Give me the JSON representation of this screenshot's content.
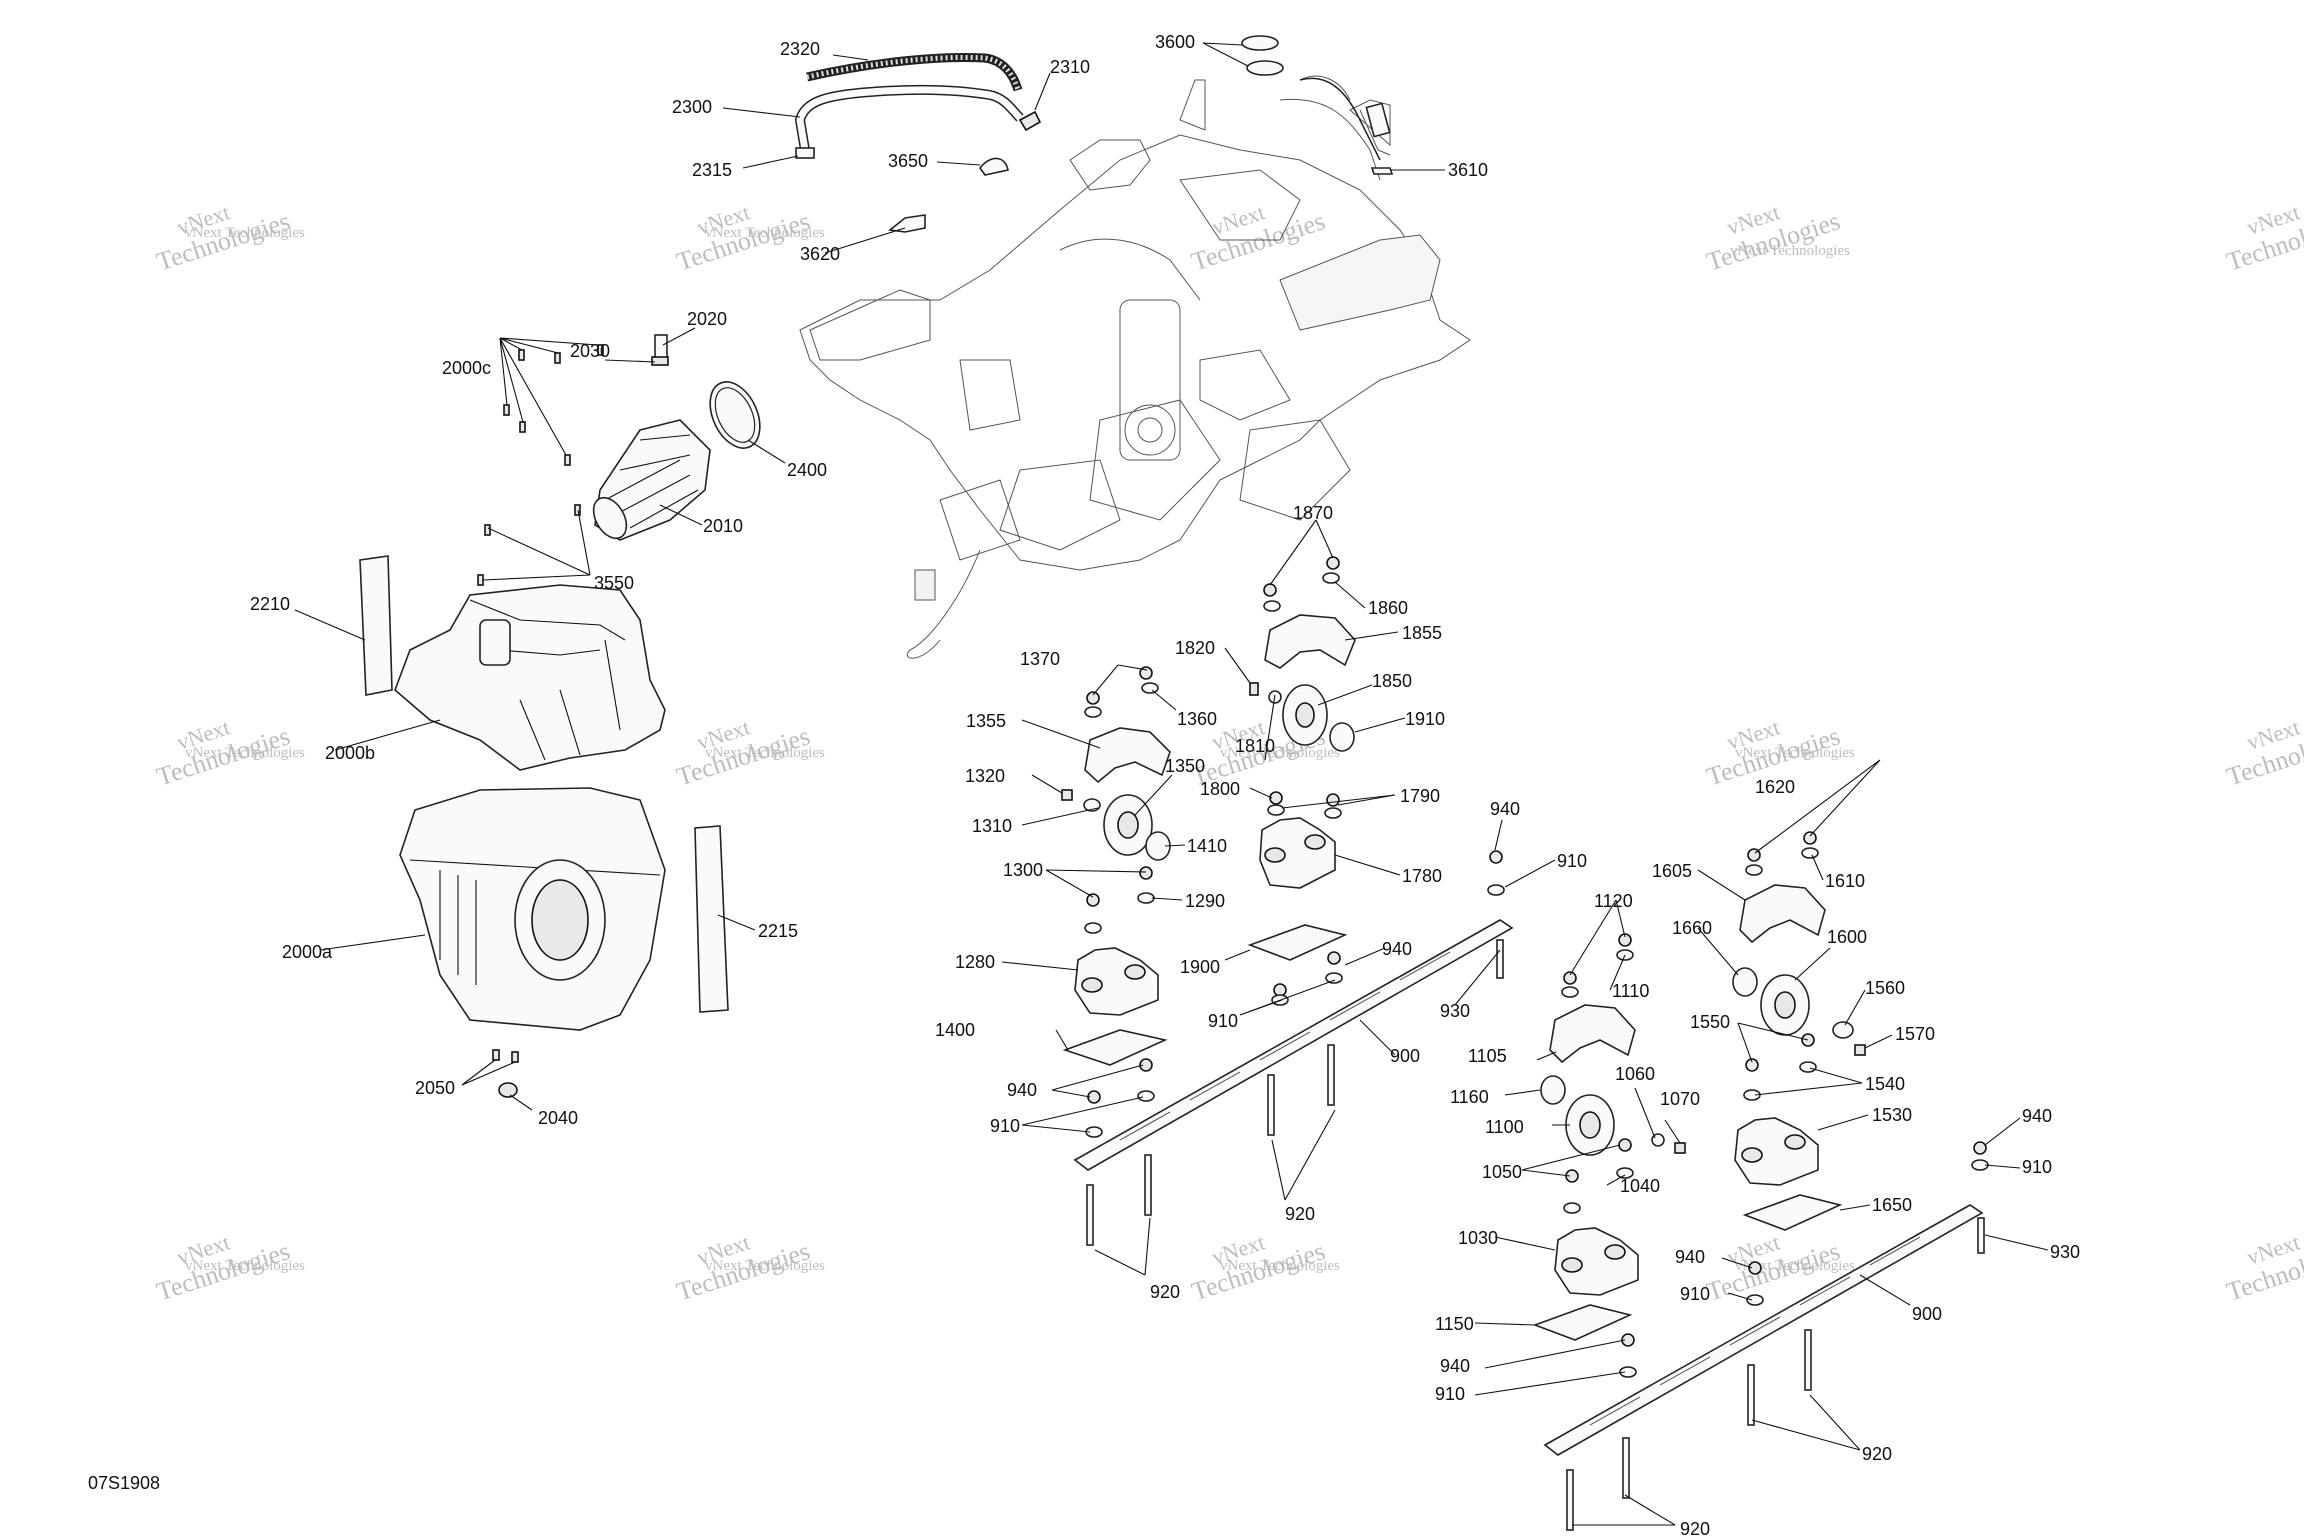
{
  "drawing_code": "07S1908",
  "watermark": {
    "line1": "vNext Technologies",
    "line2": "vNext",
    "line3": "Technologies"
  },
  "callouts": {
    "c2320": "2320",
    "c2310": "2310",
    "c2300": "2300",
    "c2315": "2315",
    "c3600": "3600",
    "c3610": "3610",
    "c3650": "3650",
    "c3620": "3620",
    "c2020": "2020",
    "c2030": "2030",
    "c2000c": "2000c",
    "c2400": "2400",
    "c2010": "2010",
    "c3550": "3550",
    "c2210": "2210",
    "c2000b": "2000b",
    "c2000a": "2000a",
    "c2215": "2215",
    "c2050": "2050",
    "c2040": "2040",
    "c1870": "1870",
    "c1860": "1860",
    "c1855": "1855",
    "c1820": "1820",
    "c1850": "1850",
    "c1810": "1810",
    "c1910": "1910",
    "c1800": "1800",
    "c1790": "1790",
    "c1780": "1780",
    "c1370": "1370",
    "c1360": "1360",
    "c1355": "1355",
    "c1350": "1350",
    "c1320": "1320",
    "c1310": "1310",
    "c1410": "1410",
    "c1300": "1300",
    "c1290": "1290",
    "c1280": "1280",
    "c1900": "1900",
    "c1400": "1400",
    "c940a": "940",
    "c910a": "910",
    "c940b": "940",
    "c910b": "910",
    "c940c": "940",
    "c910c": "910",
    "c930a": "930",
    "c900a": "900",
    "c920a": "920",
    "c920b": "920",
    "c1120": "1120",
    "c1110": "1110",
    "c1105": "1105",
    "c1160": "1160",
    "c1060": "1060",
    "c1070": "1070",
    "c1100": "1100",
    "c1050": "1050",
    "c1040": "1040",
    "c1030": "1030",
    "c1150": "1150",
    "c940d": "940",
    "c910d": "910",
    "c1620": "1620",
    "c1605": "1605",
    "c1610": "1610",
    "c1660": "1660",
    "c1600": "1600",
    "c1560": "1560",
    "c1570": "1570",
    "c1550": "1550",
    "c1540": "1540",
    "c1530": "1530",
    "c1650": "1650",
    "c940e": "940",
    "c910e": "910",
    "c930b": "930",
    "c940f": "940",
    "c910f": "910",
    "c900b": "900",
    "c920c": "920",
    "c920d": "920"
  }
}
